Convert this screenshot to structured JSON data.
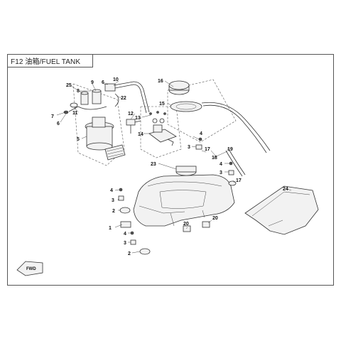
{
  "diagram": {
    "title": "F12 油箱/FUEL TANK",
    "forward_label": "FWD",
    "callouts": {
      "c1": "1",
      "c2a": "2",
      "c2b": "2",
      "c3a": "3",
      "c3b": "3",
      "c3c": "3",
      "c4a": "4",
      "c4b": "4",
      "c4c": "4",
      "c4d": "4",
      "c5": "5",
      "c6": "6",
      "c7": "7",
      "c8": "8",
      "c9": "9",
      "c10": "10",
      "c11": "11",
      "c12": "12",
      "c13": "13",
      "c14": "14",
      "c15": "15",
      "c16": "16",
      "c17a": "17",
      "c17b": "17",
      "c18": "18",
      "c19": "19",
      "c20a": "20",
      "c20b": "20",
      "c22": "22",
      "c23": "23",
      "c24": "24",
      "c25": "25"
    }
  }
}
